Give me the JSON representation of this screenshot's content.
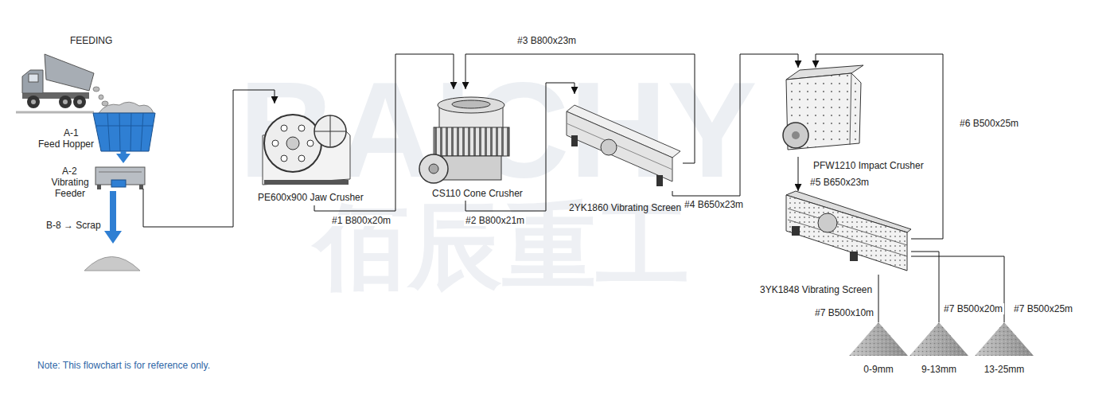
{
  "diagram": {
    "nodes": [
      {
        "text": [
          "A-1",
          "Feed Hopper"
        ]
      },
      {
        "text": [
          "A-2",
          "Vibrating Feeder"
        ]
      },
      {
        "text": [
          "PE600x900 Jaw Crusher"
        ]
      },
      {
        "text": [
          "CS110 Cone Crusher"
        ]
      },
      {
        "text": [
          "2YK1860 Vibrating Screen"
        ]
      },
      {
        "text": [
          "PFW1210 Impact Crusher"
        ]
      },
      {
        "text": [
          "3YK1848 Vibrating Screen"
        ]
      },
      {
        "text": [
          "0-9mm"
        ]
      },
      {
        "text": [
          "9-13mm"
        ]
      },
      {
        "text": [
          "13-25mm"
        ]
      }
    ],
    "edges": [
      {
        "from": 0,
        "to": 1,
        "arrow": "to"
      },
      {
        "from": 1,
        "to": 2,
        "arrow": "to"
      },
      {
        "from": 2,
        "to": 3,
        "label": "#1 B800x20m",
        "arrow": "to"
      },
      {
        "from": 3,
        "to": 4,
        "label": "#2 B800x21m",
        "arrow": "to"
      },
      {
        "from": 4,
        "to": 3,
        "label": "#3 B800x23m",
        "arrow": "to"
      },
      {
        "from": 4,
        "to": 5,
        "label": "#4 B650x23m",
        "arrow": "to"
      },
      {
        "from": 5,
        "to": 6,
        "label": "#5 B650x23m",
        "arrow": "to"
      },
      {
        "from": 6,
        "to": 5,
        "label": "#6 B500x25m",
        "arrow": "to"
      },
      {
        "from": 6,
        "to": 7,
        "label": "#7 B500x10m",
        "arrow": "none"
      },
      {
        "from": 6,
        "to": 8,
        "label": "#7 B500x20m",
        "arrow": "none"
      },
      {
        "from": 6,
        "to": 9,
        "label": "#7 B500x25m",
        "arrow": "none"
      }
    ],
    "labels": [
      "FEEDING",
      "B-8 → Scrap",
      "BAICHY",
      "佰辰重工",
      "Note: This flowchart is for reference only."
    ]
  }
}
